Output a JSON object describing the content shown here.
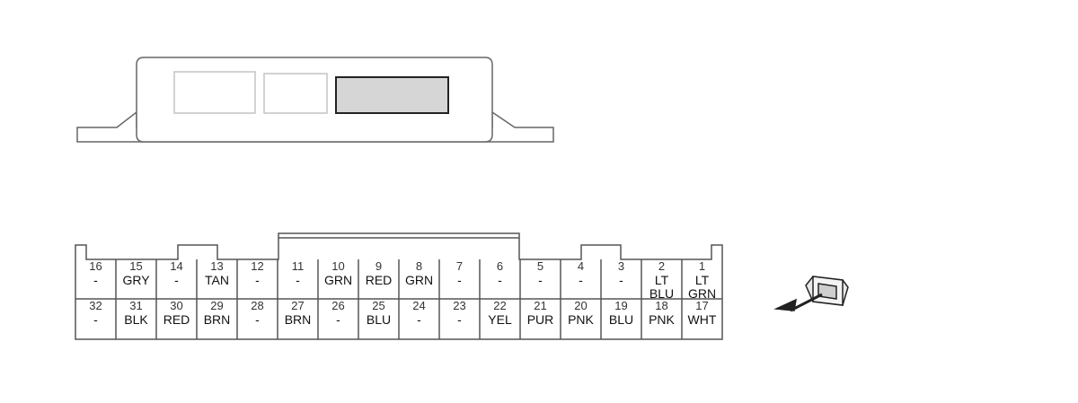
{
  "connector": {
    "top_row": [
      {
        "pin": "16",
        "wire": [
          "-"
        ]
      },
      {
        "pin": "15",
        "wire": [
          "GRY"
        ]
      },
      {
        "pin": "14",
        "wire": [
          "-"
        ]
      },
      {
        "pin": "13",
        "wire": [
          "TAN"
        ]
      },
      {
        "pin": "12",
        "wire": [
          "-"
        ]
      },
      {
        "pin": "11",
        "wire": [
          "-"
        ]
      },
      {
        "pin": "10",
        "wire": [
          "GRN"
        ]
      },
      {
        "pin": "9",
        "wire": [
          "RED"
        ]
      },
      {
        "pin": "8",
        "wire": [
          "GRN"
        ]
      },
      {
        "pin": "7",
        "wire": [
          "-"
        ]
      },
      {
        "pin": "6",
        "wire": [
          "-"
        ]
      },
      {
        "pin": "5",
        "wire": [
          "-"
        ]
      },
      {
        "pin": "4",
        "wire": [
          "-"
        ]
      },
      {
        "pin": "3",
        "wire": [
          "-"
        ]
      },
      {
        "pin": "2",
        "wire": [
          "LT",
          "BLU"
        ]
      },
      {
        "pin": "1",
        "wire": [
          "LT",
          "GRN"
        ]
      }
    ],
    "bottom_row": [
      {
        "pin": "32",
        "wire": [
          "-"
        ]
      },
      {
        "pin": "31",
        "wire": [
          "BLK"
        ]
      },
      {
        "pin": "30",
        "wire": [
          "RED"
        ]
      },
      {
        "pin": "29",
        "wire": [
          "BRN"
        ]
      },
      {
        "pin": "28",
        "wire": [
          "-"
        ]
      },
      {
        "pin": "27",
        "wire": [
          "BRN"
        ]
      },
      {
        "pin": "26",
        "wire": [
          "-"
        ]
      },
      {
        "pin": "25",
        "wire": [
          "BLU"
        ]
      },
      {
        "pin": "24",
        "wire": [
          "-"
        ]
      },
      {
        "pin": "23",
        "wire": [
          "-"
        ]
      },
      {
        "pin": "22",
        "wire": [
          "YEL"
        ]
      },
      {
        "pin": "21",
        "wire": [
          "PUR"
        ]
      },
      {
        "pin": "20",
        "wire": [
          "PNK"
        ]
      },
      {
        "pin": "19",
        "wire": [
          "BLU"
        ]
      },
      {
        "pin": "18",
        "wire": [
          "PNK"
        ]
      },
      {
        "pin": "17",
        "wire": [
          "WHT"
        ]
      }
    ],
    "highlighted_connector_slot": 3
  },
  "colors": {
    "stroke": "#555555",
    "highlight_fill": "#d6d6d6",
    "highlight_stroke": "#222222",
    "light_stroke": "#bdbdbd"
  },
  "icons": {
    "module": "control-module-outline",
    "probe": "terminal-probe-icon"
  }
}
